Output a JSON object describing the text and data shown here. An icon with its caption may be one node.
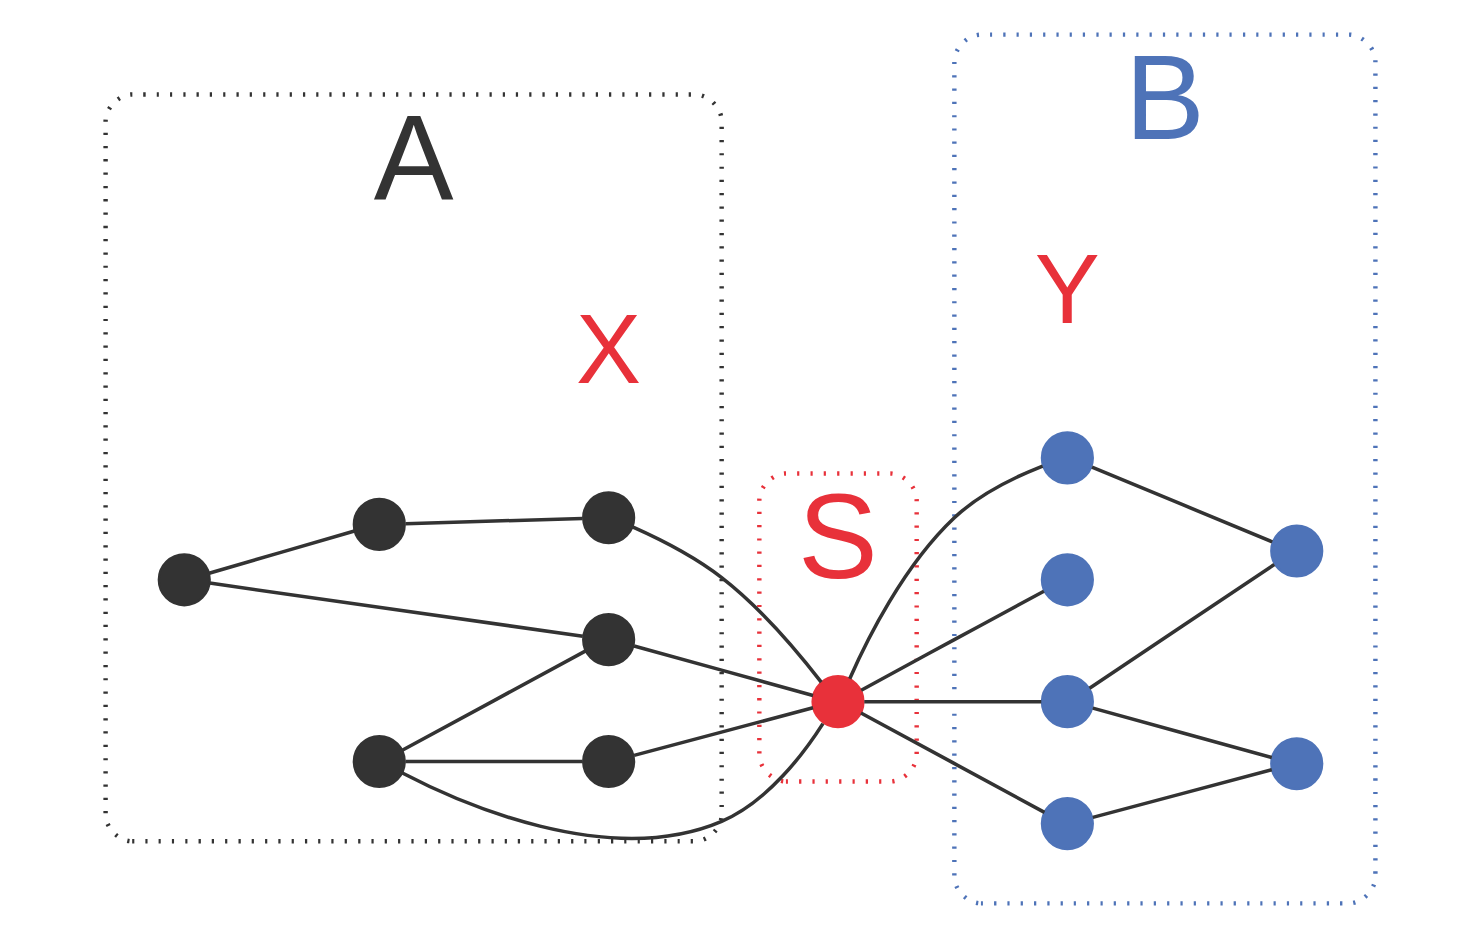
{
  "diagram": {
    "nodes": [
      {
        "text": [
          "A"
        ]
      },
      {
        "text": [],
        "shape": "circle",
        "in": 0
      },
      {
        "text": [],
        "shape": "circle",
        "in": 0
      },
      {
        "text": [],
        "shape": "circle",
        "in": 0
      },
      {
        "text": [],
        "shape": "circle",
        "in": 0
      },
      {
        "text": [],
        "shape": "circle",
        "in": 0
      },
      {
        "text": [],
        "shape": "circle",
        "in": 0
      },
      {
        "text": [
          "S"
        ]
      },
      {
        "text": [],
        "shape": "circle",
        "in": 7
      },
      {
        "text": [
          "B"
        ]
      },
      {
        "text": [],
        "shape": "circle",
        "in": 9
      },
      {
        "text": [],
        "shape": "circle",
        "in": 9
      },
      {
        "text": [],
        "shape": "circle",
        "in": 9
      },
      {
        "text": [],
        "shape": "circle",
        "in": 9
      },
      {
        "text": [],
        "shape": "circle",
        "in": 9
      },
      {
        "text": [],
        "shape": "circle",
        "in": 9
      }
    ],
    "edges": [
      {
        "from": 2,
        "to": 1,
        "arrow": "none"
      },
      {
        "from": 1,
        "to": 8,
        "arrow": "none"
      },
      {
        "from": 2,
        "to": 8,
        "arrow": "none"
      },
      {
        "from": 2,
        "to": 3,
        "arrow": "none"
      },
      {
        "from": 3,
        "to": 8,
        "arrow": "none"
      },
      {
        "from": 5,
        "to": 3,
        "arrow": "none"
      },
      {
        "from": 5,
        "to": 6,
        "arrow": "none"
      },
      {
        "from": 6,
        "to": 4,
        "arrow": "none"
      },
      {
        "from": 4,
        "to": 8,
        "arrow": "none"
      },
      {
        "from": 8,
        "to": 10,
        "arrow": "none"
      },
      {
        "from": 10,
        "to": 11,
        "arrow": "none"
      },
      {
        "from": 13,
        "to": 11,
        "arrow": "none"
      },
      {
        "from": 8,
        "to": 12,
        "arrow": "none"
      },
      {
        "from": 8,
        "to": 13,
        "arrow": "none"
      },
      {
        "from": 8,
        "to": 14,
        "arrow": "none"
      },
      {
        "from": 14,
        "to": 15,
        "arrow": "none"
      },
      {
        "from": 13,
        "to": 15,
        "arrow": "none"
      }
    ],
    "labels": [
      "X",
      "Y"
    ]
  }
}
